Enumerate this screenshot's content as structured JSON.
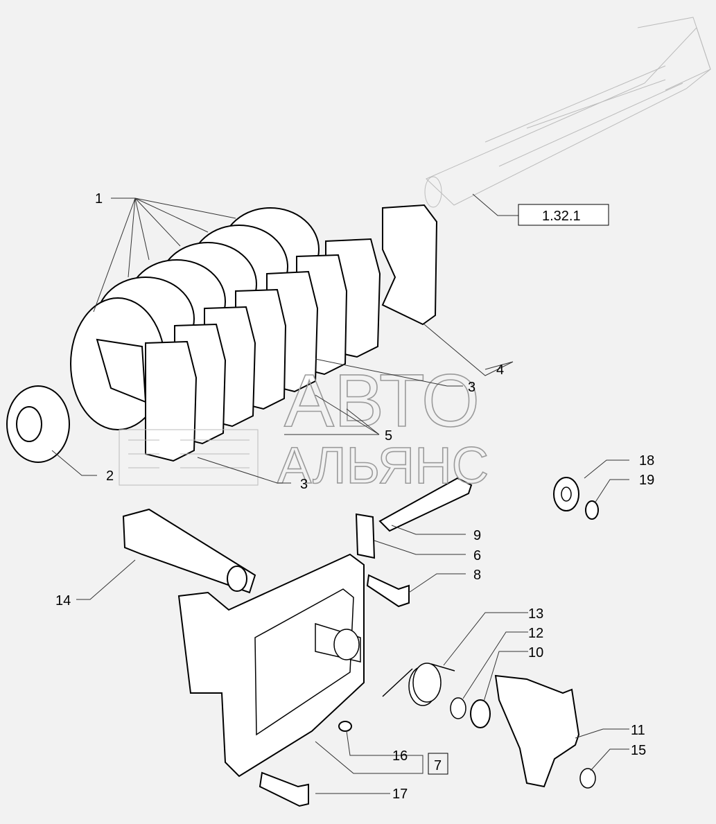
{
  "watermark": {
    "line1": "АВТО",
    "line2": "АЛЬЯНС"
  },
  "callouts": [
    {
      "id": "c1",
      "text": "1"
    },
    {
      "id": "c2",
      "text": "2"
    },
    {
      "id": "c3a",
      "text": "3"
    },
    {
      "id": "c3b",
      "text": "3"
    },
    {
      "id": "c4",
      "text": "4"
    },
    {
      "id": "c5",
      "text": "5"
    },
    {
      "id": "c6",
      "text": "6"
    },
    {
      "id": "c7",
      "text": "7"
    },
    {
      "id": "c8",
      "text": "8"
    },
    {
      "id": "c9",
      "text": "9"
    },
    {
      "id": "c10",
      "text": "10"
    },
    {
      "id": "c11",
      "text": "11"
    },
    {
      "id": "c12",
      "text": "12"
    },
    {
      "id": "c13",
      "text": "13"
    },
    {
      "id": "c14",
      "text": "14"
    },
    {
      "id": "c15",
      "text": "15"
    },
    {
      "id": "c16",
      "text": "16"
    },
    {
      "id": "c17",
      "text": "17"
    },
    {
      "id": "c18",
      "text": "18"
    },
    {
      "id": "c19",
      "text": "19"
    }
  ],
  "reference": {
    "text": "1.32.1"
  }
}
